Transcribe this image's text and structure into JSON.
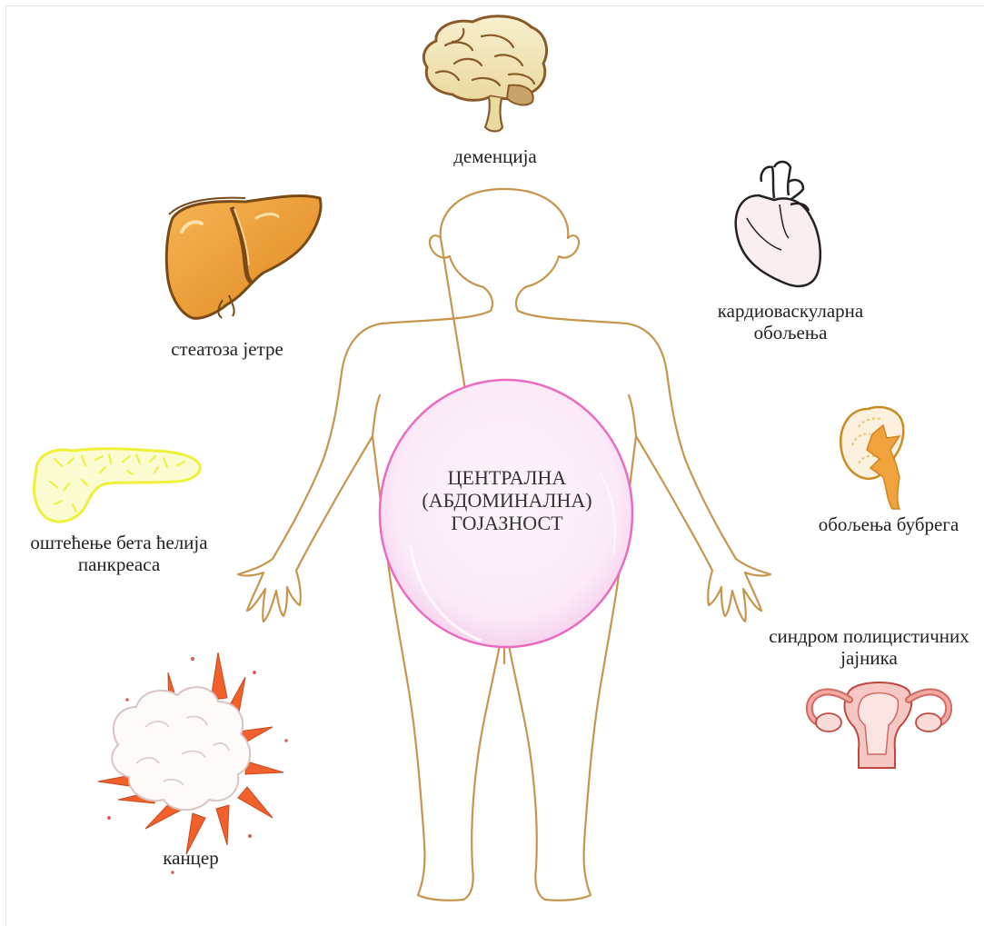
{
  "center": {
    "lines": [
      "ЦЕНТРАЛНА",
      "(АБДОМИНАЛНА)",
      "ГОЈАЗНОСТ"
    ]
  },
  "conditions": {
    "brain": {
      "icon": "brain-icon",
      "lines": [
        "деменција"
      ]
    },
    "liver": {
      "icon": "liver-icon",
      "lines": [
        "стеатоза јетре"
      ]
    },
    "heart": {
      "icon": "heart-icon",
      "lines": [
        "кардиоваскуларна",
        "обољења"
      ]
    },
    "pancreas": {
      "icon": "pancreas-icon",
      "lines": [
        "оштећење бета ћелија",
        "панкреаса"
      ]
    },
    "kidney": {
      "icon": "kidney-icon",
      "lines": [
        "обољења бубрега"
      ]
    },
    "cancer": {
      "icon": "cancer-burst-icon",
      "lines": [
        "канцер"
      ]
    },
    "ovary": {
      "icon": "uterus-icon",
      "lines": [
        "синдром полицистичних",
        "јајника"
      ]
    }
  },
  "colors": {
    "body_outline": "#c8954d",
    "circle_stroke": "#e96cc0",
    "circle_fill": "#fbeaf8",
    "liver": "#f0a23c",
    "pancreas": "#f3f55a",
    "kidney": "#f0a23c",
    "cancer_spikes": "#f2612b",
    "uterus": "#e98f8f",
    "brain": "#f3e6b8"
  }
}
